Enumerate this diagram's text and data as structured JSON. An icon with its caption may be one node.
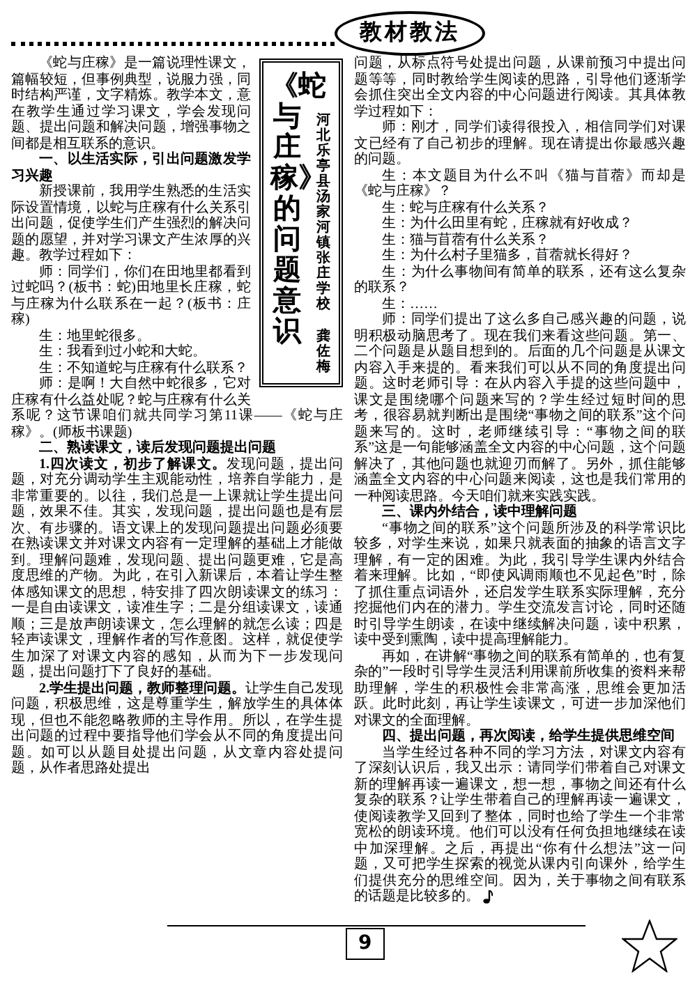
{
  "diagram": {
    "nodes": [
      {
        "text": [
          "教材教法"
        ]
      },
      {
        "text": [
          "《蛇与庄稼》的问题意识",
          "河北乐亭县汤家河镇张庄学校",
          "龚佐梅"
        ]
      },
      {
        "text": [
          "9"
        ]
      }
    ],
    "labels": [
      "《蛇与庄稼》是一篇说理性课文，篇幅较短，但事例典型，说服力强，同时结构严谨，文字精炼。教学本文，意在教学生通过学习课文，学会发现问题、提出问题和解决问题，增强事物之间都是相互联系的意识。",
      "一、以生活实际，引出问题激发学习兴趣",
      "新授课前，我用学生熟悉的生活实际设置情境，以蛇与庄稼有什么关系引出问题，促使学生们产生强烈的解决问题的愿望，并对学习课文产生浓厚的兴趣。教学过程如下：",
      "师：同学们，你们在田地里都看到过蛇吗？(板书：蛇)田地里长庄稼，蛇与庄稼为什么联系在一起？(板书：庄稼)",
      "生：地里蛇很多。",
      "生：我看到过小蛇和大蛇。",
      "生：不知道蛇与庄稼有什么联系？",
      "师：是啊！大自然中蛇很多，它对庄稼有什么益处呢？蛇与庄稼有什么关系呢？这节课咱们就共同学习第11课——《蛇与庄稼》。(师板书课题)",
      "二、熟读课文，读后发现问题提出问题",
      "**1.四次读文，初步了解课文。**发现问题，提出问题，对充分调动学生主观能动性，培养自学能力，是非常重要的。以往，我们总是一上课就让学生提出问题，效果不佳。其实，发现问题，提出问题也是有层次、有步骤的。语文课上的发现问题提出问题必须要在熟读课文并对课文内容有一定理解的基础上才能做到。理解问题难，发现问题、提出问题更难，它是高度思维的产物。为此，在引入新课后，本着让学生整体感知课文的思想，特安排了四次朗读课文的练习：一是自由读课文，读准生字；二是分组读课文，读通顺；三是放声朗读课文，怎么理解的就怎么读；四是轻声读课文，理解作者的写作意图。这样，就促使学生加深了对课文内容的感知，从而为下一步发现问题，提出问题打下了良好的基础。",
      "**2.学生提出问题，教师整理问题。**让学生自己发现问题，积极思维，这是尊重学生，解放学生的具体体现，但也不能忽略教师的主导作用。所以，在学生提出问题的过程中要指导他们学会从不同的角度提出问题。如可以从题目处提出问题，从文章内容处提问题，从作者思路处提出",
      "问题，从标点符号处提出问题，从课前预习中提出问题等等，同时教给学生阅读的思路，引导他们逐渐学会抓住突出全文内容的中心问题进行阅读。其具体教学过程如下：",
      "师：刚才，同学们读得很投入，相信同学们对课文已经有了自己初步的理解。现在请提出你最感兴趣的问题。",
      "生：本文题目为什么不叫《猫与苜蓿》而却是《蛇与庄稼》？",
      "生：蛇与庄稼有什么关系？",
      "生：为什么田里有蛇，庄稼就有好收成？",
      "生：猫与苜蓿有什么关系？",
      "生：为什么村子里猫多，苜蓿就长得好？",
      "生：为什么事物间有简单的联系，还有这么复杂的联系？",
      "生：……",
      "师：同学们提出了这么多自己感兴趣的问题，说明积极动脑思考了。现在我们来看这些问题。第一、二个问题是从题目想到的。后面的几个问题是从课文内容入手来提的。看来我们可以从不同的角度提出问题。这时老师引导：在从内容入手提的这些问题中，课文是围绕哪个问题来写的？学生经过短时间的思考，很容易就判断出是围绕“事物之间的联系”这个问题来写的。这时，老师继续引导：“事物之间的联系”这是一句能够涵盖全文内容的中心问题，这个问题解决了，其他问题也就迎刃而解了。另外，抓住能够涵盖全文内容的中心问题来阅读，这也是我们常用的一种阅读思路。今天咱们就来实践实践。",
      "三、课内外结合，读中理解问题",
      "“事物之间的联系”这个问题所涉及的科学常识比较多，对学生来说，如果只就表面的抽象的语言文字理解，有一定的困难。为此，我引导学生课内外结合着来理解。比如，“即使风调雨顺也不见起色”时，除了抓住重点词语外，还启发学生联系实际理解，充分挖掘他们内在的潜力。学生交流发言讨论，同时还随时引导学生朗读，在读中继续解决问题，读中积累，读中受到熏陶，读中提高理解能力。",
      "再如，在讲解“事物之间的联系有简单的，也有复杂的”一段时引导学生灵活利用课前所收集的资料来帮助理解，学生的积极性会非常高涨，思维会更加活跃。此时此刻，再让学生读课文，可进一步加深他们对课文的全面理解。",
      "四、提出问题，再次阅读，给学生提供思维空间",
      "当学生经过各种不同的学习方法，对课文内容有了深刻认识后，我又出示：请同学们带着自己对课文新的理解再读一遍课文，想一想，事物之间还有什么复杂的联系？让学生带着自己的理解再读一遍课文，使阅读教学又回到了整体，同时也给了学生一个非常宽松的朗读环境。他们可以没有任何负担地继续在读中加深理解。之后，再提出“你有什么想法”这一问题，又可把学生探索的视觉从课内引向课外，给学生们提供充分的思维空间。因为，关于事物之间有联系的话题是比较多的。"
    ]
  }
}
